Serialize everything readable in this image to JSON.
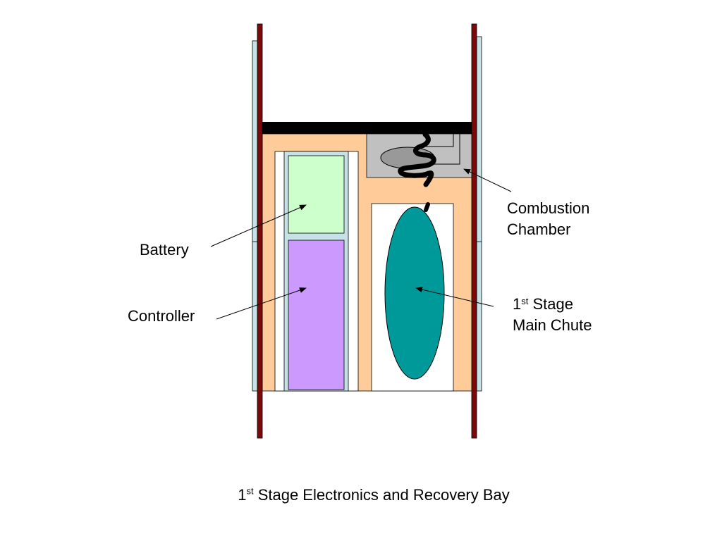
{
  "labels": {
    "battery": "Battery",
    "controller": "Controller",
    "combustion_line1": "Combustion",
    "combustion_line2": "Chamber",
    "chute_prefix": "1",
    "chute_super": "st",
    "chute_line1_rest": " Stage",
    "chute_line2": "Main Chute"
  },
  "caption": {
    "prefix": "1",
    "super": "st",
    "rest": " Stage Electronics and Recovery Bay"
  },
  "colors": {
    "rail": "#7a0a0a",
    "side_panel": "#c6e2e6",
    "bay_fill": "#ffcc99",
    "bulkhead": "#000000",
    "battery": "#ccffcc",
    "controller": "#cc99ff",
    "sled": "#c6e2e6",
    "combustion_chamber": "#c0c0c0",
    "chute": "#009999",
    "chute_bay": "#ffffff"
  }
}
